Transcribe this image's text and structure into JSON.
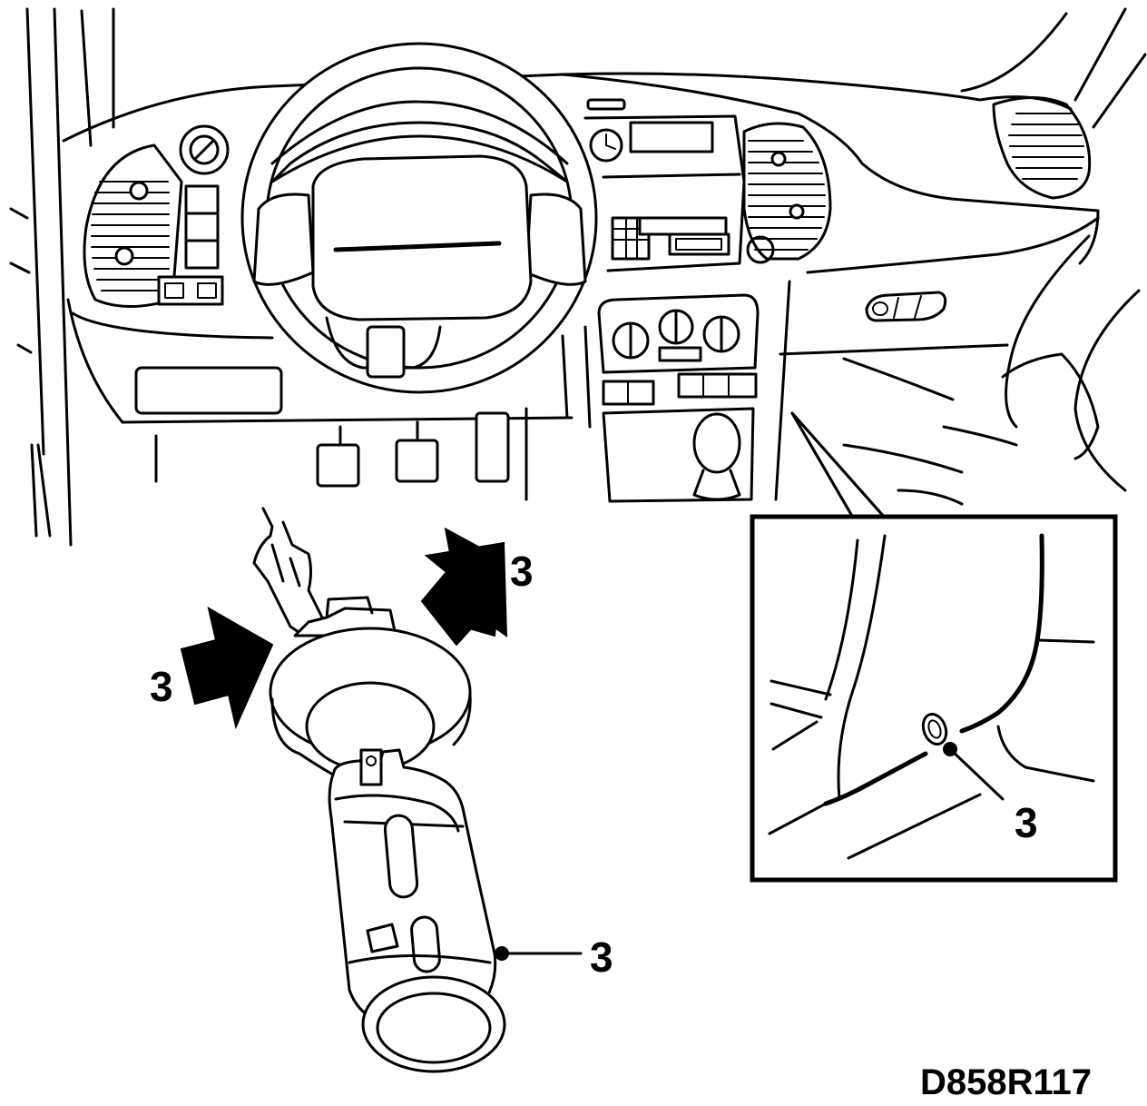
{
  "figure_id": "D858R117",
  "callouts": {
    "arrow_top_right": "3",
    "arrow_left": "3",
    "inset_pointer": "3",
    "socket_pointer": "3"
  },
  "colors": {
    "ink": "#000000",
    "paper": "#ffffff"
  }
}
